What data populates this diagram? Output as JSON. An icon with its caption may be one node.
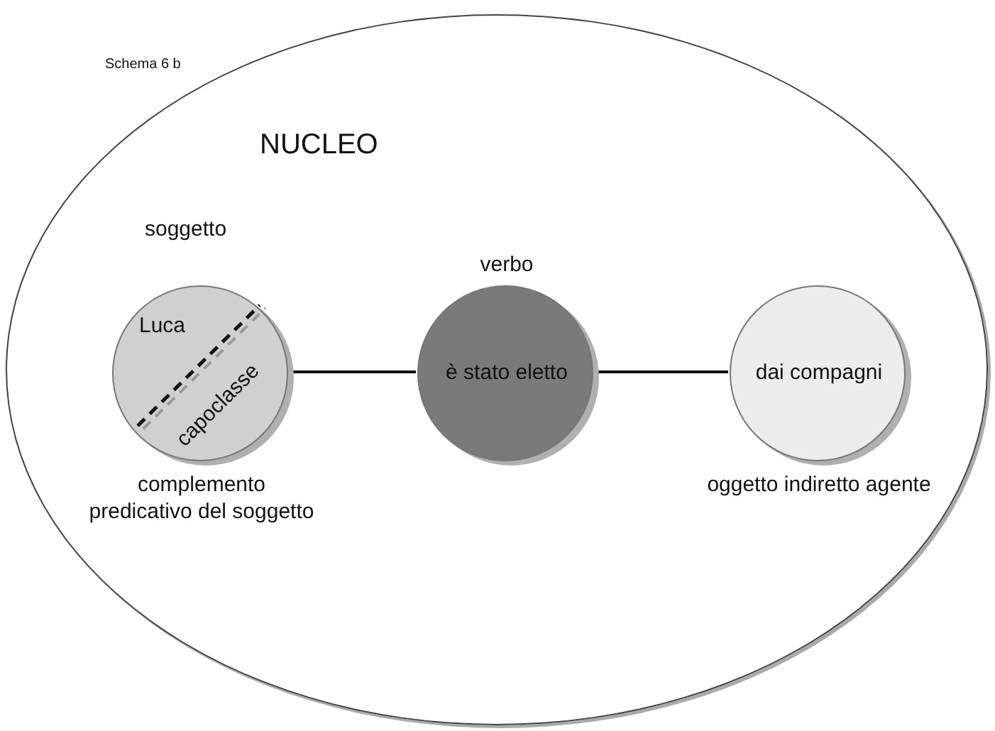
{
  "diagram": {
    "nodes": [
      {
        "text": [
          "NUCLEO"
        ]
      },
      {
        "text": [
          "Luca",
          "capoclasse"
        ],
        "beside": [
          "soggetto",
          "complemento predicativo del soggetto"
        ],
        "in": 0
      },
      {
        "text": [
          "è stato eletto"
        ],
        "beside": [
          "verbo"
        ],
        "in": 0
      },
      {
        "text": [
          "dai compagni"
        ],
        "beside": [
          "oggetto indiretto agente"
        ],
        "in": 0
      }
    ],
    "edges": [
      {
        "from": 1,
        "to": 2,
        "arrow": "none"
      },
      {
        "from": 2,
        "to": 3,
        "arrow": "none"
      }
    ],
    "labels": [
      "Schema 6 b"
    ]
  }
}
